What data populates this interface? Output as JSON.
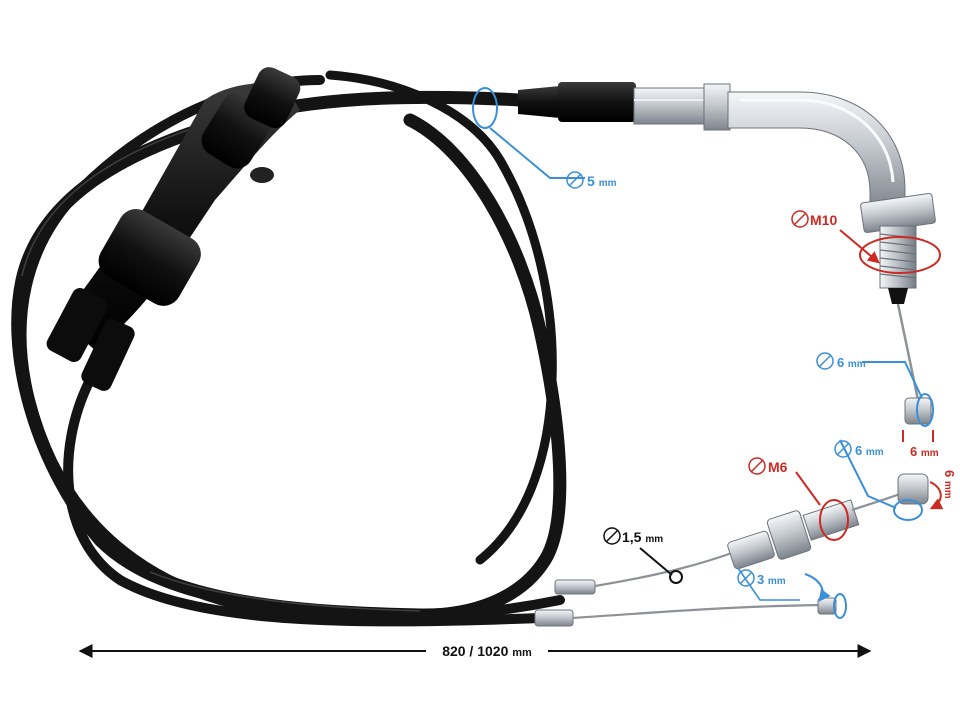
{
  "colors": {
    "blue": "#3a8fd8",
    "red": "#cc2a22",
    "cable": "#141414",
    "metal": "#b8bcc2",
    "ink": "#111111"
  },
  "annotations": {
    "outer_diameter": {
      "value": "5",
      "unit": "mm"
    },
    "main_thread": {
      "value": "M10"
    },
    "upper_nipple_dia": {
      "value": "6",
      "unit": "mm"
    },
    "upper_nipple_len": {
      "value": "6",
      "unit": "mm"
    },
    "mid_nipple_dia": {
      "value": "6",
      "unit": "mm"
    },
    "mid_nipple_len": {
      "value": "6",
      "unit": "mm"
    },
    "adjuster_thread": {
      "value": "M6"
    },
    "wire_diameter": {
      "value": "1,5",
      "unit": "mm"
    },
    "lower_nipple_dia": {
      "value": "3",
      "unit": "mm"
    },
    "total_length": {
      "value": "820 / 1020",
      "unit": "mm"
    }
  }
}
